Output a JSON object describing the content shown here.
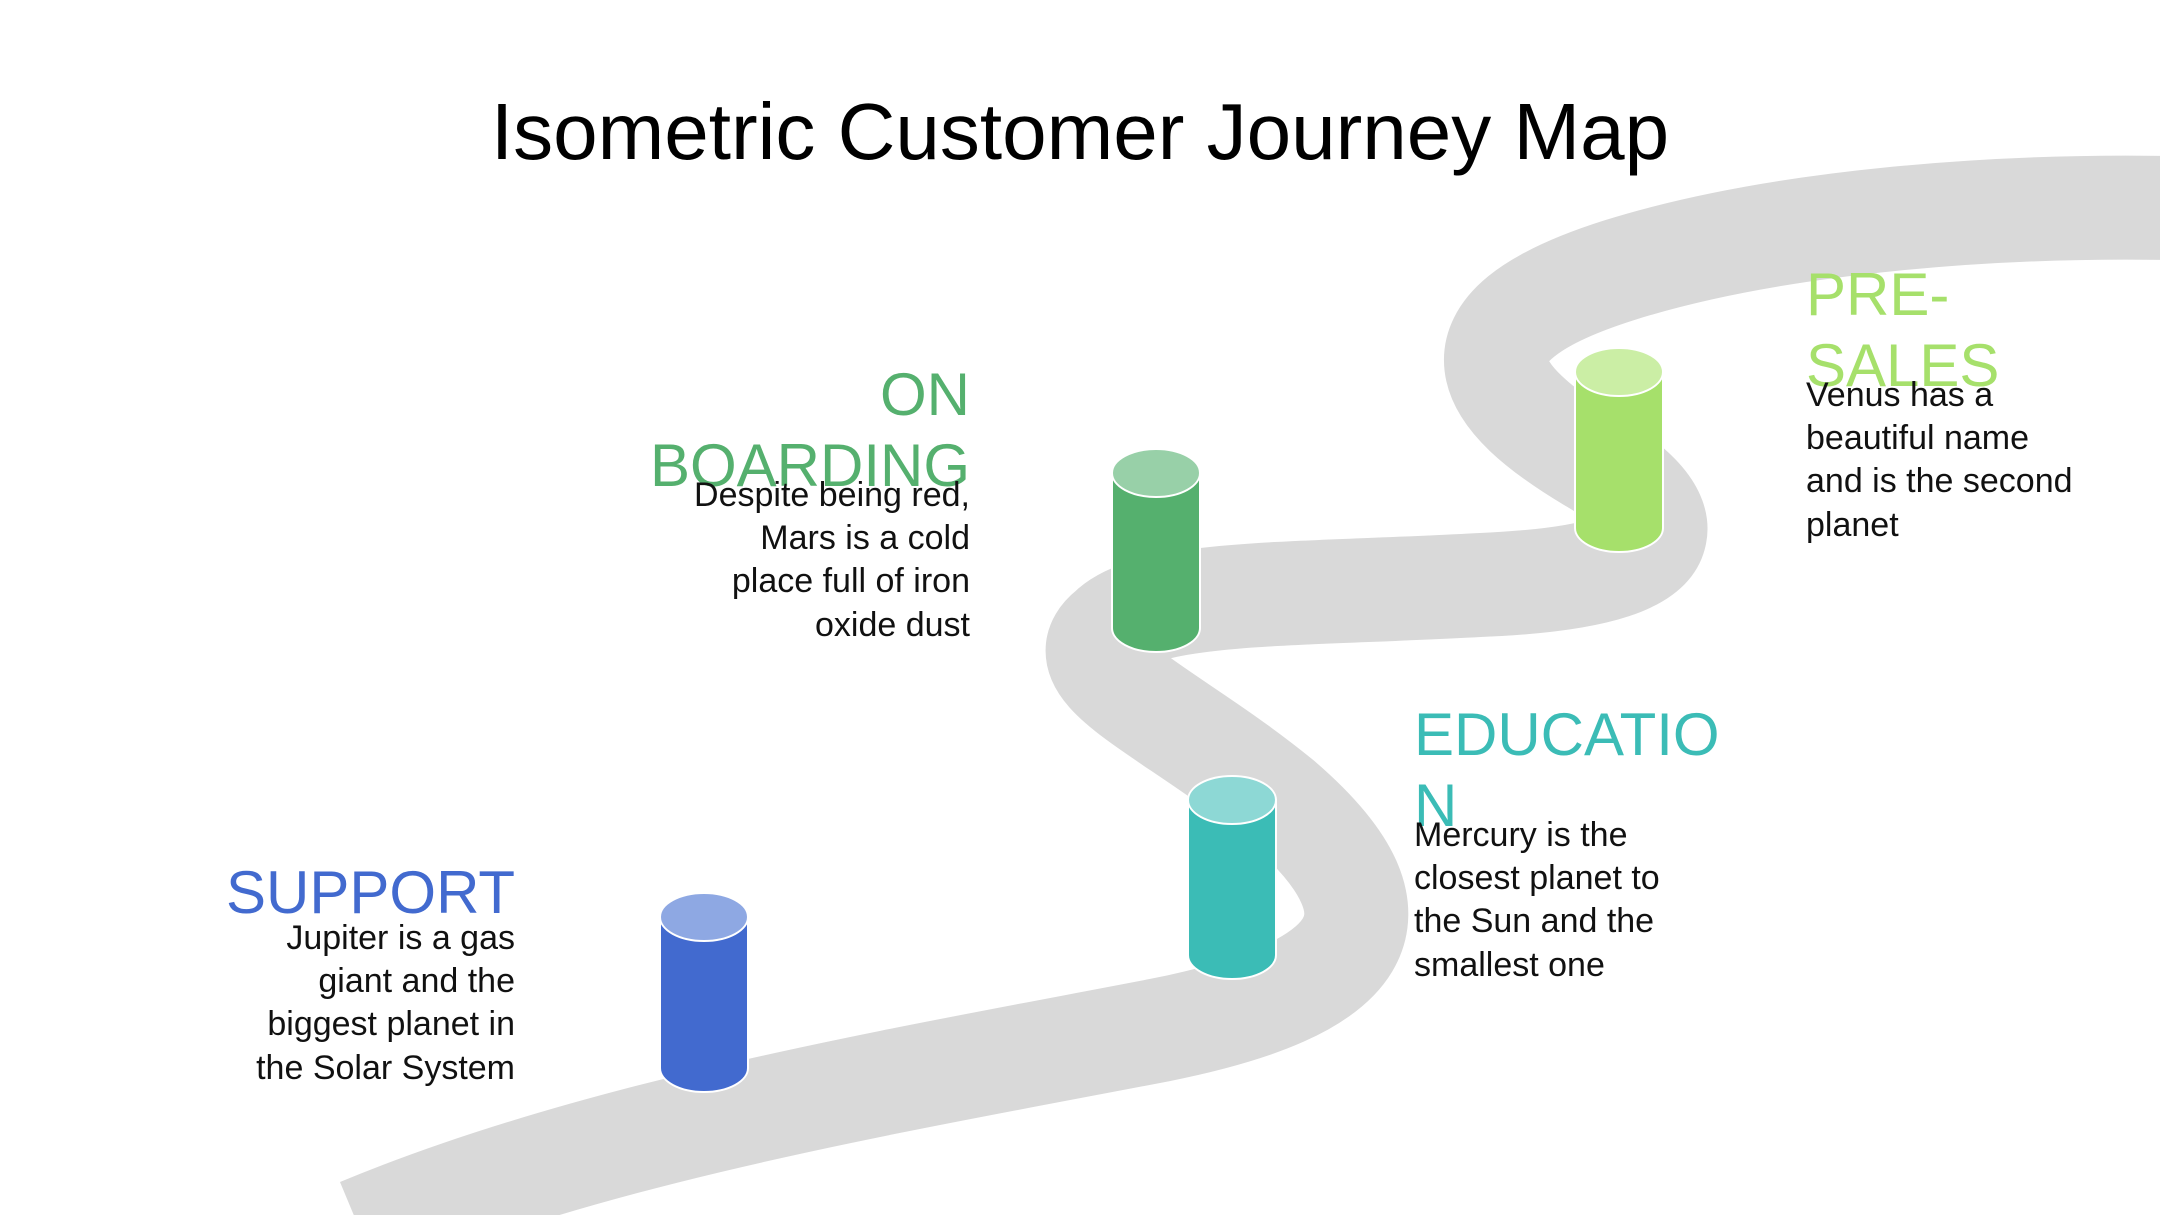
{
  "title": "Isometric Customer Journey Map",
  "stages": [
    {
      "id": "support",
      "label": "SUPPORT",
      "description": "Jupiter is a gas giant and the biggest planet in the Solar System",
      "color": "#426acf",
      "top_color": "#8ea8e3"
    },
    {
      "id": "education",
      "label": "EDUCATIO N",
      "description": "Mercury is the closest planet to the Sun and the smallest one",
      "color": "#3bbcb6",
      "top_color": "#8dd8d5"
    },
    {
      "id": "onboarding",
      "label": "ON BOARDING",
      "description": "Despite being red, Mars is a cold place full of iron oxide dust",
      "color": "#55b06e",
      "top_color": "#98d0a8"
    },
    {
      "id": "presales",
      "label": "PRE- SALES",
      "description": "Venus has a beautiful name and is the second planet",
      "color": "#a6e06b",
      "top_color": "#cbeea5"
    }
  ],
  "road_color": "#d9d9d9"
}
